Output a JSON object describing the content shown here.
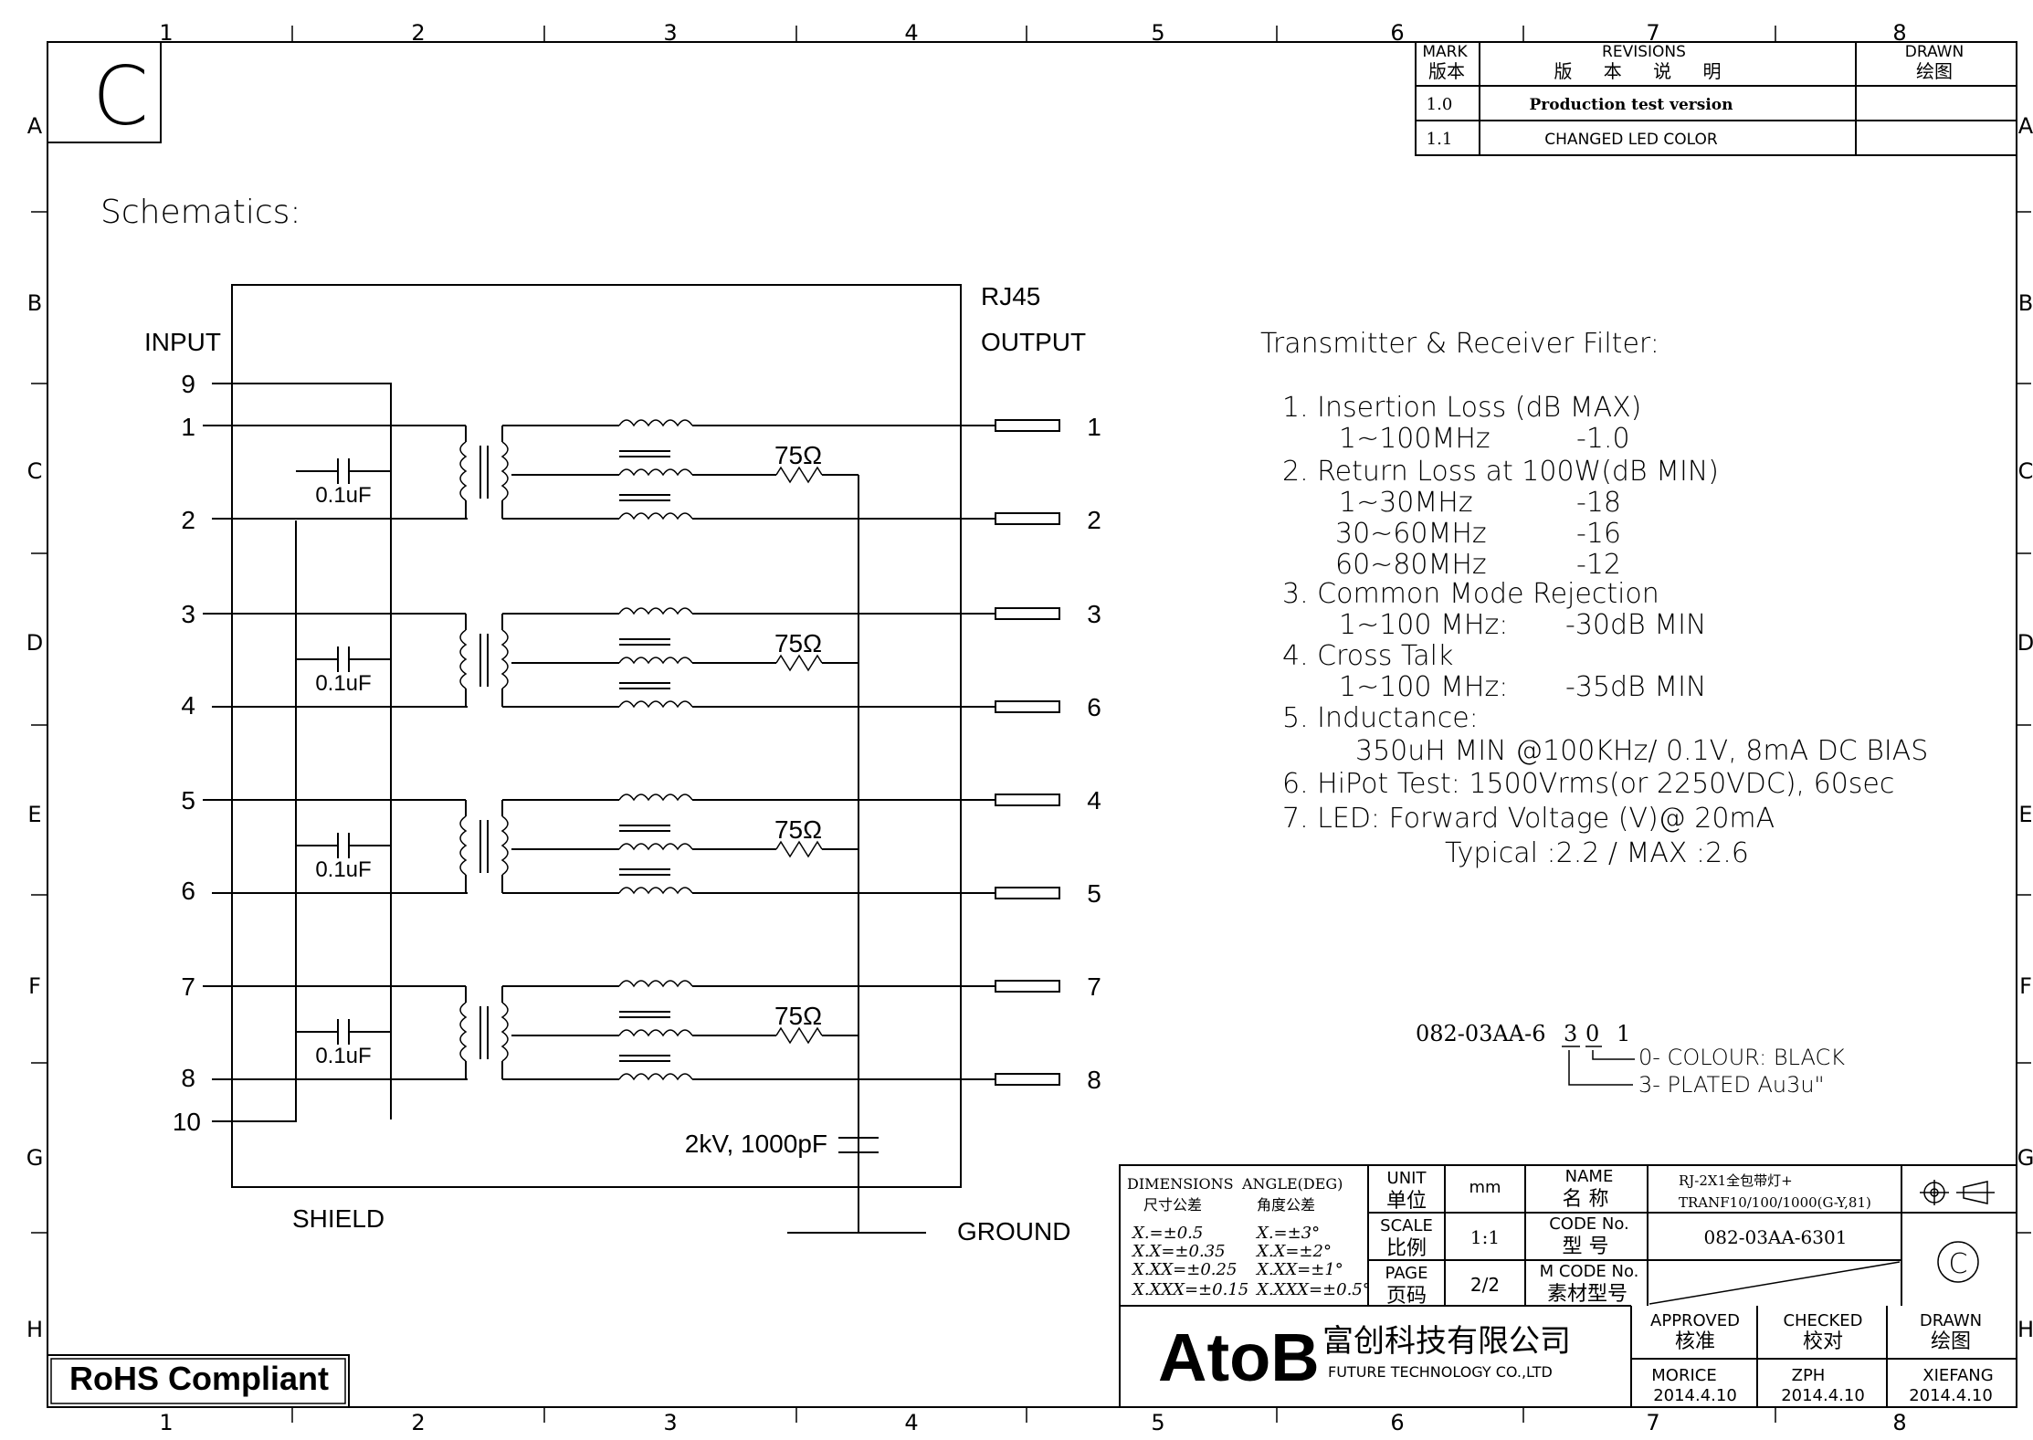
{
  "frame": {
    "col_markers": [
      "1",
      "2",
      "3",
      "4",
      "5",
      "6",
      "7",
      "8"
    ],
    "row_markers": [
      "A",
      "B",
      "C",
      "D",
      "E",
      "F",
      "G",
      "H"
    ]
  },
  "revision_letter": "C",
  "revisions": {
    "headers": {
      "mark": "MARK",
      "mark_cn": "版本",
      "rev": "REVISIONS",
      "rev_cn": "版 本 说 明",
      "drawn": "DRAWN",
      "drawn_cn": "绘图"
    },
    "rows": [
      {
        "mark": "1.0",
        "desc": "Production test version",
        "drawn": ""
      },
      {
        "mark": "1.1",
        "desc": "CHANGED LED COLOR",
        "drawn": ""
      }
    ]
  },
  "schematic": {
    "title": "Schematics:",
    "input_label": "INPUT",
    "rj45_label": "RJ45",
    "output_label": "OUTPUT",
    "input_pins": [
      "9",
      "1",
      "2",
      "3",
      "4",
      "5",
      "6",
      "7",
      "8",
      "10"
    ],
    "output_pins": [
      "1",
      "2",
      "3",
      "6",
      "4",
      "5",
      "7",
      "8"
    ],
    "capacitor_label": "0.1uF",
    "resistor_label": "75Ω",
    "hv_cap_label": "2kV,  1000pF",
    "shield_label": "SHIELD",
    "ground_label": "GROUND"
  },
  "spec": {
    "title": "Transmitter & Receiver Filter:",
    "lines": [
      "1. Insertion Loss (dB MAX)",
      "1~100MHz",
      "-1.0",
      "2. Return Loss at 100W(dB MIN)",
      "1~30MHz",
      "-18",
      "30~60MHz",
      "-16",
      "60~80MHz",
      "-12",
      "3. Common Mode Rejection",
      "1~100 MHz:",
      "-30dB MIN",
      "4. Cross Talk",
      "1~100 MHz:",
      "-35dB MIN",
      "5. Inductance:",
      "350uH MIN @100KHz/ 0.1V, 8mA DC BIAS",
      "6. HiPot Test: 1500Vrms(or 2250VDC), 60sec",
      "7. LED: Forward Voltage (V)@ 20mA",
      "Typical :2.2 / MAX :2.6"
    ]
  },
  "part_code": {
    "base": "082-03AA-6",
    "digits": [
      "3",
      "0",
      "1"
    ],
    "note_colour": "0-  COLOUR: BLACK",
    "note_plated": "3-  PLATED Au3u\""
  },
  "title_block": {
    "dimensions_label": "DIMENSIONS",
    "dimensions_cn": "尺寸公差",
    "angle_label": "ANGLE(DEG)",
    "angle_cn": "角度公差",
    "tolerances": [
      "X.=±0.5",
      "X.X=±0.35",
      "X.XX=±0.25",
      "X.XXX=±0.15"
    ],
    "angles": [
      "X.=±3°",
      "X.X=±2°",
      "X.XX=±1°",
      "X.XXX=±0.5°"
    ],
    "unit_label": "UNIT",
    "unit_cn": "单位",
    "unit_value": "mm",
    "scale_label": "SCALE",
    "scale_cn": "比例",
    "scale_value": "1:1",
    "page_label": "PAGE",
    "page_cn": "页码",
    "page_value": "2/2",
    "name_label": "NAME",
    "name_cn": "名   称",
    "name_value_1": "RJ-2X1全包带灯+",
    "name_value_2": "TRANF10/100/1000(G-Y,81)",
    "code_label": "CODE No.",
    "code_cn": "型   号",
    "code_value": "082-03AA-6301",
    "mcode_label": "M CODE No.",
    "mcode_cn": "素材型号",
    "company_logo": "AtoB",
    "company_cn": "富创科技有限公司",
    "company_en": "FUTURE TECHNOLOGY CO.,LTD",
    "approved_label": "APPROVED",
    "approved_cn": "核准",
    "approved_name": "MORICE",
    "approved_date": "2014.4.10",
    "checked_label": "CHECKED",
    "checked_cn": "校对",
    "checked_name": "ZPH",
    "checked_date": "2014.4.10",
    "drawn_label": "DRAWN",
    "drawn_cn": "绘图",
    "drawn_name": "XIEFANG",
    "drawn_date": "2014.4.10",
    "rev_circle": "C"
  },
  "rohs": "RoHS Compliant"
}
